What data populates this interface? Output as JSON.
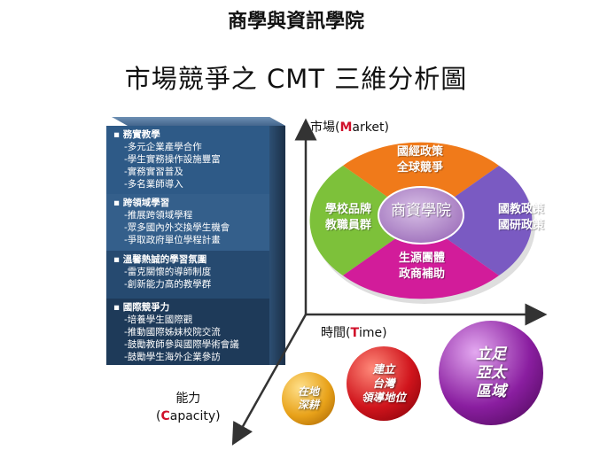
{
  "titles": {
    "main": "商學與資訊學院",
    "sub": "市場競爭之 CMT 三維分析圖"
  },
  "stack": [
    {
      "head": "務實教學",
      "items": [
        "多元企業產學合作",
        "學生實務操作設施豐富",
        "實務實習普及",
        "多名業師導入"
      ]
    },
    {
      "head": "跨領域學習",
      "items": [
        "推展跨領域學程",
        "眾多國內外交換學生機會",
        "爭取政府單位學程計畫"
      ]
    },
    {
      "head": "溫馨熱誠的學習氛圍",
      "items": [
        "雷克關懷的導師制度",
        "創新能力高的教學群"
      ]
    },
    {
      "head": "國際競爭力",
      "items": [
        "培養學生國際觀",
        "推動國際姊妹校院交流",
        "鼓勵教師參與國際學術會議",
        "鼓勵學生海外企業參訪"
      ]
    }
  ],
  "axes": {
    "market": {
      "prefix": "市場(",
      "letter": "M",
      "rest": "arket)"
    },
    "time": {
      "prefix": "時間(",
      "letter": "T",
      "rest": "ime)"
    },
    "capacity": {
      "line1": "能力",
      "prefix": "(",
      "letter": "C",
      "rest": "apacity)"
    }
  },
  "ring": {
    "center": "商資學院",
    "top": [
      "國經政策",
      "全球競爭"
    ],
    "left": [
      "學校品牌",
      "教職員群"
    ],
    "right": [
      "國教政策",
      "國研政策"
    ],
    "bottom": [
      "生源團體",
      "政商補助"
    ],
    "colors": {
      "top": "#f07a1a",
      "left": "#7dc13a",
      "right": "#7a5ac2",
      "bottom": "#d21c9a",
      "center": "#b58bd0"
    }
  },
  "spheres": [
    {
      "lines": [
        "在地",
        "深耕"
      ],
      "color": "#e8a21a"
    },
    {
      "lines": [
        "建立",
        "台灣",
        "領導地位"
      ],
      "color": "#d0141c"
    },
    {
      "lines": [
        "立足",
        "亞太",
        "區域"
      ],
      "color": "#8a1ea0"
    }
  ]
}
